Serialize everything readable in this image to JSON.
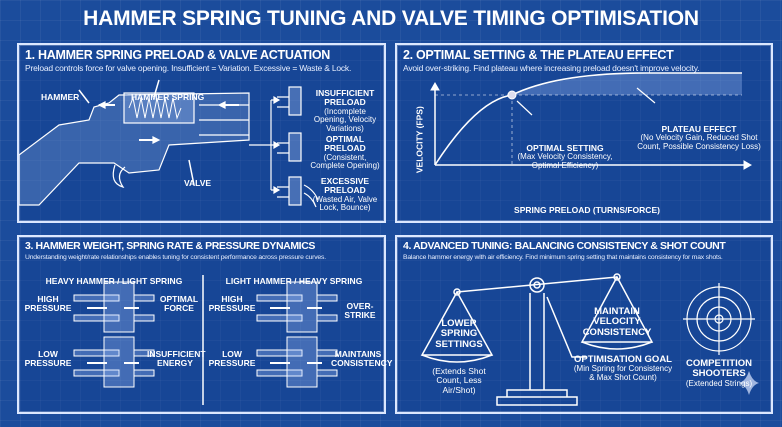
{
  "title": "HAMMER SPRING TUNING AND VALVE TIMING OPTIMISATION",
  "panel1": {
    "heading": "1. HAMMER SPRING PRELOAD & VALVE ACTUATION",
    "subtitle": "Preload controls force for valve opening. Insufficient = Variation. Excessive = Waste & Lock.",
    "labels": {
      "hammer": "HAMMER",
      "spring": "HAMMER SPRING",
      "valve": "VALVE"
    },
    "outcomes": [
      {
        "title": "INSUFFICIENT PRELOAD",
        "detail": "(Incomplete Opening, Velocity Variations)"
      },
      {
        "title": "OPTIMAL PRELOAD",
        "detail": "(Consistent, Complete Opening)"
      },
      {
        "title": "EXCESSIVE PRELOAD",
        "detail": "(Wasted Air, Valve Lock, Bounce)"
      }
    ]
  },
  "panel2": {
    "heading": "2. OPTIMAL SETTING & THE PLATEAU EFFECT",
    "subtitle": "Avoid over-striking. Find plateau where increasing preload doesn't improve velocity.",
    "ylabel": "VELOCITY (FPS)",
    "xlabel": "SPRING PRELOAD (TURNS/FORCE)",
    "optimal": {
      "title": "OPTIMAL SETTING",
      "detail": "(Max Velocity Consistency, Optimal Efficiency)"
    },
    "plateau": {
      "title": "PLATEAU EFFECT",
      "detail": "(No Velocity Gain, Reduced Shot Count, Possible Consistency Loss)"
    }
  },
  "panel3": {
    "heading": "3. HAMMER WEIGHT, SPRING RATE & PRESSURE DYNAMICS",
    "subtitle": "Understanding weight/rate relationships enables tuning for consistent performance across pressure curves.",
    "columns": [
      {
        "title": "HEAVY HAMMER / LIGHT SPRING",
        "rows": [
          {
            "left": "HIGH PRESSURE",
            "right": "OPTIMAL FORCE"
          },
          {
            "left": "LOW PRESSURE",
            "right": "INSUFFICIENT ENERGY"
          }
        ]
      },
      {
        "title": "LIGHT HAMMER / HEAVY SPRING",
        "rows": [
          {
            "left": "HIGH PRESSURE",
            "right": "OVER-STRIKE"
          },
          {
            "left": "LOW PRESSURE",
            "right": "MAINTAINS CONSISTENCY"
          }
        ]
      }
    ]
  },
  "panel4": {
    "heading": "4. ADVANCED TUNING: BALANCING CONSISTENCY & SHOT COUNT",
    "subtitle": "Balance hammer energy with air efficiency. Find minimum spring setting that maintains consistency for max shots.",
    "left_pan": "LOWER SPRING SETTINGS",
    "left_detail": "(Extends Shot Count, Less Air/Shot)",
    "right_pan": "MAINTAIN VELOCITY CONSISTENCY",
    "goal": {
      "title": "OPTIMISATION GOAL",
      "detail": "(Min Spring for Consistency & Max Shot Count)"
    },
    "target": {
      "title": "COMPETITION SHOOTERS",
      "detail": "(Extended Strings)"
    }
  }
}
